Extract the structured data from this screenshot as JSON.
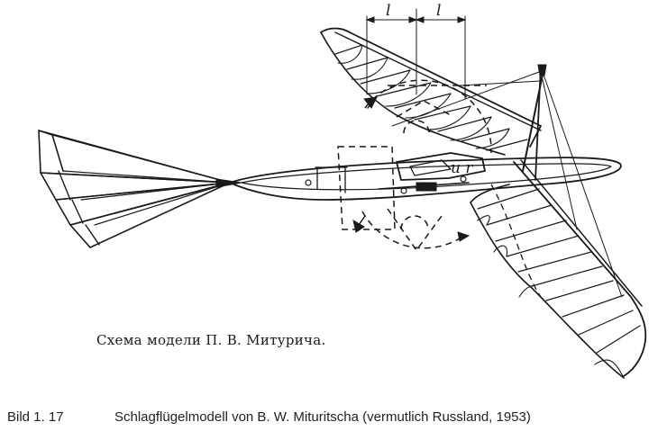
{
  "figure": {
    "inner_caption": "Схема модели П. В. Митурича.",
    "dimension_label_left": "l",
    "dimension_label_right": "l"
  },
  "caption": {
    "number": "Bild 1. 17",
    "text": "Schlagflügelmodell von B. W. Mituritscha (vermutlich Russland, 1953)"
  },
  "colors": {
    "ink": "#1a1a1a",
    "background": "#ffffff",
    "caption_text": "#222222"
  }
}
